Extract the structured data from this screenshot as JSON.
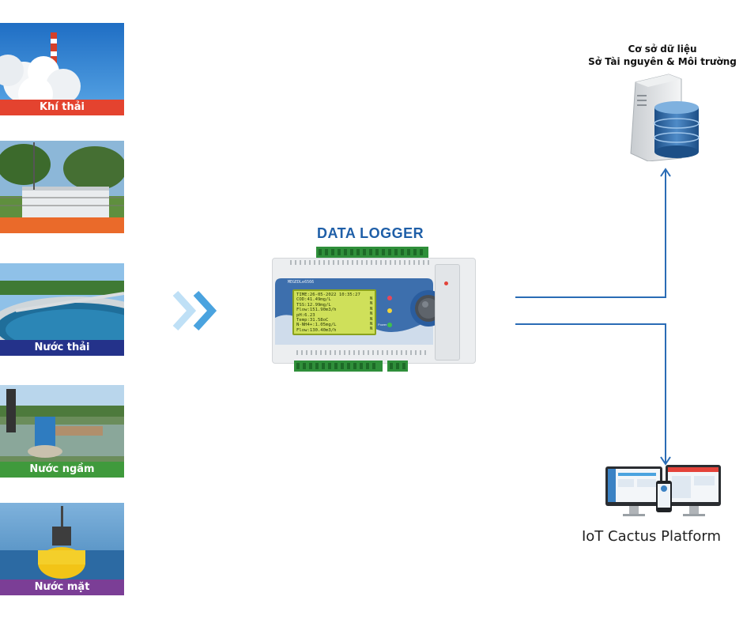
{
  "sources": [
    {
      "label": "Khí thải",
      "label_color": "#e4432f"
    },
    {
      "label": "",
      "label_color": "#ea6a2a"
    },
    {
      "label": "Nước thải",
      "label_color": "#24328a"
    },
    {
      "label": "Nước ngầm",
      "label_color": "#3f9a3c"
    },
    {
      "label": "Nước mặt",
      "label_color": "#7b3e96"
    }
  ],
  "center": {
    "title": "DATA LOGGER",
    "title_color": "#1f5fa8",
    "device_brand": "MEGEDLe6566",
    "lcd_lines": [
      "TIME:26-05-2022 10:35:27",
      "COD:41.49mg/L",
      "TSS:12.99mg/L",
      "Flow:151.90m3/h",
      "pH:6.23",
      "Temp:31.58oC",
      "N-NH4+:1.05mg/L",
      "Flow:130.40m3/h"
    ],
    "lcd_flags": [
      "N",
      "N",
      "N",
      "N",
      "N",
      "N",
      "N"
    ],
    "power_label": "Power"
  },
  "destinations": {
    "database": {
      "title_line1": "Cơ sở dữ liệu",
      "title_line2": "Sở Tài nguyên & Môi trường"
    },
    "platform": {
      "label": "IoT Cactus Platform"
    }
  },
  "colors": {
    "connector": "#2a6cb5",
    "chevron": "#4aa3df"
  }
}
